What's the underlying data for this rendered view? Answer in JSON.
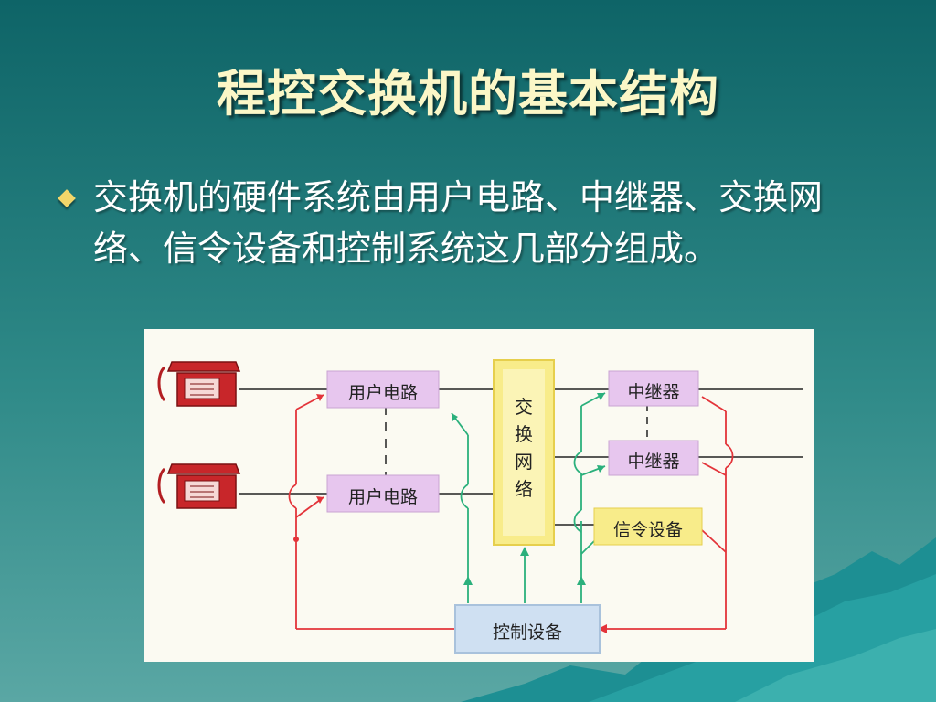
{
  "slide": {
    "title": "程控交换机的基本结构",
    "bullet": "交换机的硬件系统由用户电路、中继器、交换网络、信令设备和控制系统这几部分组成。"
  },
  "diagram": {
    "subscriber_circuit_1": "用户电路",
    "subscriber_circuit_2": "用户电路",
    "switching_network": "交换网络",
    "trunk_1": "中继器",
    "trunk_2": "中继器",
    "signaling_equipment": "信令设备",
    "control_equipment": "控制设备"
  },
  "colors": {
    "background_top": "#0e6467",
    "title": "#fbf7c7",
    "bullet_marker": "#f2d66a",
    "box_purple": "#e7c6ee",
    "box_yellow": "#f8ec8a",
    "box_blue": "#cfe0f2",
    "phone_red": "#c8262a",
    "line_red": "#e3343a",
    "line_green": "#2bb07c"
  }
}
